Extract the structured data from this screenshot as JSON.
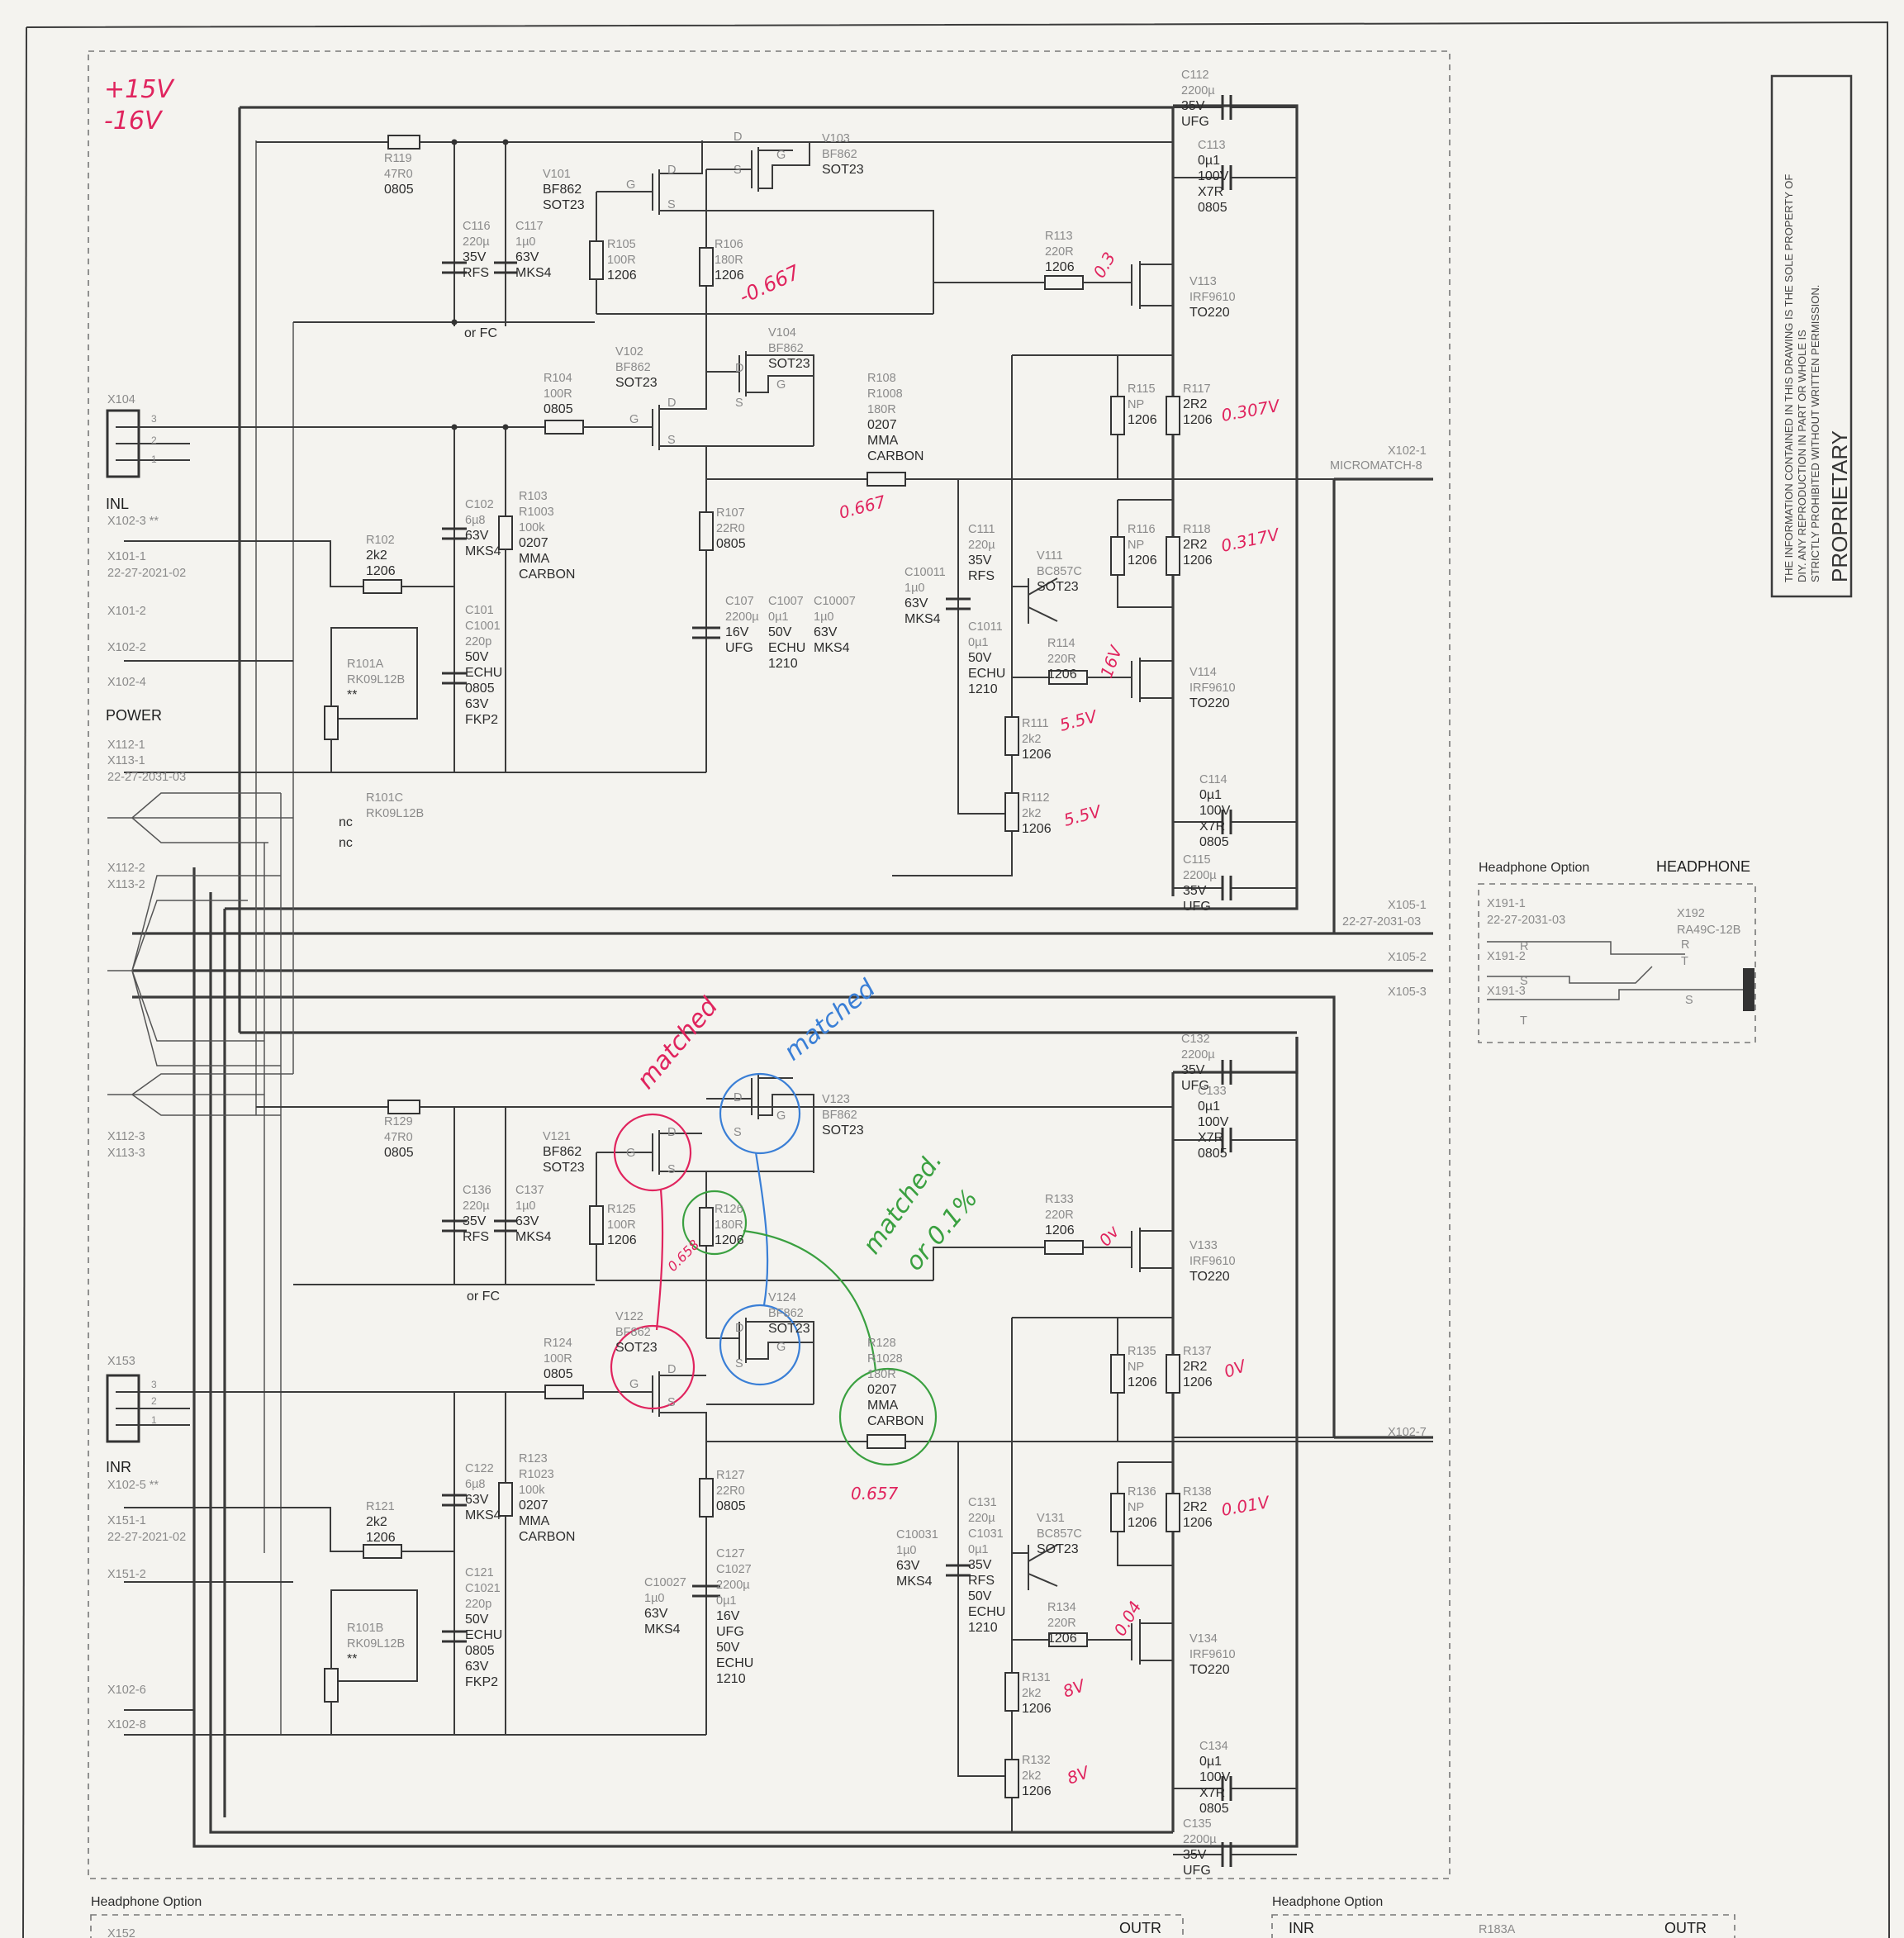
{
  "notice": {
    "line1": "THE INFORMATION CONTAINED IN THIS DRAWING IS THE SOLE PROPERTY OF",
    "line2": "DIY. ANY REPRODUCTION IN PART OR WHOLE IS",
    "line3": "STRICTLY PROHIBITED WITHOUT WRITTEN PERMISSION.",
    "stamp": "PROPRIETARY"
  },
  "rails": {
    "pos": "+15V",
    "neg": "-16V"
  },
  "handwritten": {
    "v113": "0.3",
    "r106": "-0.667",
    "r117": "0.307V",
    "r108": "0.667",
    "r118": "0.317V",
    "v114": "16V",
    "r111": "5.5V",
    "r112": "5.5V",
    "matched_a": "matched",
    "matched_b": "matched",
    "matched_c": "matched.",
    "or01": "or 0.1%",
    "r126": "0.658",
    "v133": "0v",
    "r137": "0V",
    "r128": "0.657",
    "r138": "0.01V",
    "v134": "0.04",
    "r131": "8V",
    "r132": "8V"
  },
  "connectors": {
    "x104": "X104",
    "inl": "INL",
    "x102_3": "X102-3 **",
    "x101_1": "X101-1",
    "x101_1b": "22-27-2021-02",
    "x101_2": "X101-2",
    "x102_2": "X102-2",
    "x102_4": "X102-4",
    "power": "POWER",
    "x112_1": "X112-1",
    "x113_1": "X113-1",
    "x113_1b": "22-27-2031-03",
    "x112_2": "X112-2",
    "x113_2": "X113-2",
    "x112_3": "X112-3",
    "x113_3": "X113-3",
    "x153": "X153",
    "inr": "INR",
    "x102_5": "X102-5 **",
    "x151_1": "X151-1",
    "x151_1b": "22-27-2021-02",
    "x151_2": "X151-2",
    "x102_6": "X102-6",
    "x102_8": "X102-8",
    "x102_1": "X102-1",
    "micromatch": "MICROMATCH-8",
    "x105_1": "X105-1",
    "x105_1b": "22-27-2031-03",
    "x105_2": "X105-2",
    "x105_3": "X105-3",
    "x102_7": "X102-7",
    "pin3": "3",
    "pin2": "2",
    "pin1": "1",
    "nc1": "nc",
    "nc2": "nc"
  },
  "headphone_box": {
    "title": "Headphone Option",
    "title2": "HEADPHONE",
    "x191_1": "X191-1",
    "x191_1b": "22-27-2031-03",
    "x191_2": "X191-2",
    "x191_3": "X191-3",
    "x192": "X192",
    "x192b": "RA49C-12B",
    "r": "R",
    "t": "T",
    "s": "S",
    "pin_r": "R",
    "pin_s": "S",
    "pin_t": "T"
  },
  "bottom": {
    "hp_left": "Headphone Option",
    "hp_right": "Headphone Option",
    "outr": "OUTR",
    "inr": "INR",
    "outr2": "OUTR",
    "r183a": "R183A",
    "x152": "X152"
  },
  "top_parts": {
    "r119": [
      "R119",
      "47R0",
      "0805"
    ],
    "c116": [
      "C116",
      "220µ",
      "35V",
      "RFS"
    ],
    "c117": [
      "C117",
      "1µ0",
      "63V",
      "MKS4"
    ],
    "orfc": "or FC",
    "v101": [
      "V101",
      "BF862",
      "SOT23"
    ],
    "v103": [
      "V103",
      "BF862",
      "SOT23"
    ],
    "r105": [
      "R105",
      "100R",
      "1206"
    ],
    "r106": [
      "R106",
      "180R",
      "1206"
    ],
    "c112": [
      "C112",
      "2200µ",
      "35V",
      "UFG"
    ],
    "c113": [
      "C113",
      "0µ1",
      "100V",
      "X7R",
      "0805"
    ],
    "r113": [
      "R113",
      "220R",
      "1206"
    ],
    "v113": [
      "V113",
      "IRF9610",
      "TO220"
    ],
    "v102": [
      "V102",
      "BF862",
      "SOT23"
    ],
    "v104": [
      "V104",
      "BF862",
      "SOT23"
    ],
    "r104": [
      "R104",
      "100R",
      "0805"
    ],
    "r108": [
      "R108",
      "R1008",
      "180R",
      "0207",
      "MMA",
      "CARBON"
    ],
    "r115": [
      "R115",
      "NP",
      "1206"
    ],
    "r117": [
      "R117",
      "2R2",
      "1206"
    ],
    "c102": [
      "C102",
      "6µ8",
      "63V",
      "MKS4"
    ],
    "r103": [
      "R103",
      "R1003",
      "100k",
      "0207",
      "MMA",
      "CARBON"
    ],
    "r102": [
      "R102",
      "2k2",
      "1206"
    ],
    "r107": [
      "R107",
      "22R0",
      "0805"
    ],
    "c111": [
      "C111",
      "220µ",
      "35V",
      "RFS"
    ],
    "c10011": [
      "C10011",
      "1µ0",
      "63V",
      "MKS4"
    ],
    "c1011": [
      "C1011",
      "0µ1",
      "50V",
      "ECHU",
      "1210"
    ],
    "r116": [
      "R116",
      "NP",
      "1206"
    ],
    "r118": [
      "R118",
      "2R2",
      "1206"
    ],
    "v111": [
      "V111",
      "BC857C",
      "SOT23"
    ],
    "c101": [
      "C101",
      "C1001",
      "220p",
      "50V",
      "ECHU",
      "0805",
      "63V",
      "FKP2"
    ],
    "c107": [
      "C107",
      "2200µ",
      "16V",
      "UFG"
    ],
    "c1007": [
      "C1007",
      "0µ1",
      "50V",
      "ECHU",
      "1210"
    ],
    "c10007": [
      "C10007",
      "1µ0",
      "63V",
      "MKS4"
    ],
    "r101a": [
      "R101A",
      "RK09L12B",
      "**"
    ],
    "r114": [
      "R114",
      "220R",
      "1206"
    ],
    "v114": [
      "V114",
      "IRF9610",
      "TO220"
    ],
    "r111": [
      "R111",
      "2k2",
      "1206"
    ],
    "r112": [
      "R112",
      "2k2",
      "1206"
    ],
    "r101c": [
      "R101C",
      "RK09L12B"
    ],
    "c114": [
      "C114",
      "0µ1",
      "100V",
      "X7R",
      "0805"
    ],
    "c115": [
      "C115",
      "2200µ",
      "35V",
      "UFG"
    ]
  },
  "bot_parts": {
    "r129": [
      "R129",
      "47R0",
      "0805"
    ],
    "c136": [
      "C136",
      "220µ",
      "35V",
      "RFS"
    ],
    "c137": [
      "C137",
      "1µ0",
      "63V",
      "MKS4"
    ],
    "orfc": "or FC",
    "v121": [
      "V121",
      "BF862",
      "SOT23"
    ],
    "v123": [
      "V123",
      "BF862",
      "SOT23"
    ],
    "r125": [
      "R125",
      "100R",
      "1206"
    ],
    "r126": [
      "R126",
      "180R",
      "1206"
    ],
    "c132": [
      "C132",
      "2200µ",
      "35V",
      "UFG"
    ],
    "c133": [
      "C133",
      "0µ1",
      "100V",
      "X7R",
      "0805"
    ],
    "r133": [
      "R133",
      "220R",
      "1206"
    ],
    "v133": [
      "V133",
      "IRF9610",
      "TO220"
    ],
    "v122": [
      "V122",
      "BF862",
      "SOT23"
    ],
    "v124": [
      "V124",
      "BF862",
      "SOT23"
    ],
    "r124": [
      "R124",
      "100R",
      "0805"
    ],
    "r128": [
      "R128",
      "R1028",
      "180R",
      "0207",
      "MMA",
      "CARBON"
    ],
    "r135": [
      "R135",
      "NP",
      "1206"
    ],
    "r137": [
      "R137",
      "2R2",
      "1206"
    ],
    "c122": [
      "C122",
      "6µ8",
      "63V",
      "MKS4"
    ],
    "r123": [
      "R123",
      "R1023",
      "100k",
      "0207",
      "MMA",
      "CARBON"
    ],
    "r121": [
      "R121",
      "2k2",
      "1206"
    ],
    "r127": [
      "R127",
      "22R0",
      "0805"
    ],
    "c127": [
      "C127",
      "C1027",
      "2200µ",
      "0µ1",
      "16V",
      "UFG",
      "50V",
      "ECHU",
      "1210"
    ],
    "c10027": [
      "C10027",
      "1µ0",
      "63V",
      "MKS4"
    ],
    "c131": [
      "C131",
      "220µ",
      "C1031",
      "0µ1",
      "35V",
      "RFS",
      "50V",
      "ECHU",
      "1210"
    ],
    "c10031": [
      "C10031",
      "1µ0",
      "63V",
      "MKS4"
    ],
    "r136": [
      "R136",
      "NP",
      "1206"
    ],
    "r138": [
      "R138",
      "2R2",
      "1206"
    ],
    "v131": [
      "V131",
      "BC857C",
      "SOT23"
    ],
    "c121": [
      "C121",
      "C1021",
      "220p",
      "50V",
      "ECHU",
      "0805",
      "63V",
      "FKP2"
    ],
    "r101b": [
      "R101B",
      "RK09L12B",
      "**"
    ],
    "r134": [
      "R134",
      "220R",
      "1206"
    ],
    "v134": [
      "V134",
      "IRF9610",
      "TO220"
    ],
    "r131": [
      "R131",
      "2k2",
      "1206"
    ],
    "r132": [
      "R132",
      "2k2",
      "1206"
    ],
    "c134": [
      "C134",
      "0µ1",
      "100V",
      "X7R",
      "0805"
    ],
    "c135": [
      "C135",
      "2200µ",
      "35V",
      "UFG"
    ]
  },
  "pins": {
    "d": "D",
    "s": "S",
    "g": "G"
  }
}
